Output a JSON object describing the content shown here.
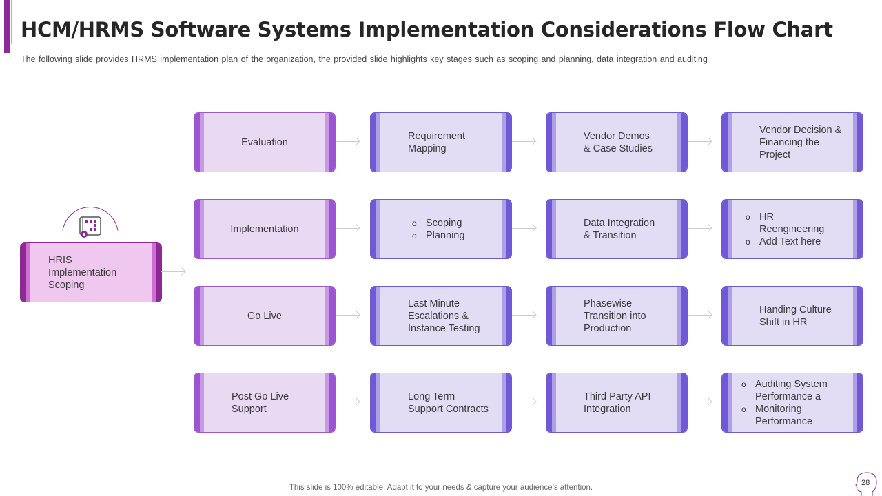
{
  "header": {
    "title": "HCM/HRMS Software Systems Implementation Considerations Flow Chart",
    "subtitle": "The following  slide provides  HRMS implementation plan of the organization, the provided  slide highlights key stages such as scoping and planning, data integration and auditing"
  },
  "start": {
    "label_lines": [
      "HRIS",
      "Implementation",
      "Scoping"
    ],
    "icon": "blueprint-gear-icon"
  },
  "rows": [
    [
      {
        "lines": [
          "Evaluation"
        ]
      },
      {
        "lines": [
          "Requirement",
          "Mapping"
        ]
      },
      {
        "lines": [
          "Vendor Demos",
          "& Case Studies"
        ]
      },
      {
        "lines": [
          "Vendor Decision &",
          "Financing the Project"
        ]
      }
    ],
    [
      {
        "lines": [
          "Implementation"
        ]
      },
      {
        "bullets": [
          "Scoping",
          "Planning"
        ]
      },
      {
        "lines": [
          "Data Integration",
          "& Transition"
        ]
      },
      {
        "bullets": [
          "HR Reengineering",
          "Add Text here"
        ]
      }
    ],
    [
      {
        "lines": [
          "Go Live"
        ]
      },
      {
        "lines": [
          "Last Minute",
          "Escalations &",
          "Instance Testing"
        ]
      },
      {
        "lines": [
          "Phasewise",
          "Transition into",
          "Production"
        ]
      },
      {
        "lines": [
          "Handing Culture",
          "Shift in HR"
        ]
      }
    ],
    [
      {
        "lines": [
          "Post Go Live",
          "Support"
        ]
      },
      {
        "lines": [
          "Long Term",
          "Support Contracts"
        ]
      },
      {
        "lines": [
          "Third Party API",
          "Integration"
        ]
      },
      {
        "bullets": [
          "Auditing System Performance a",
          "Monitoring Performance"
        ]
      }
    ]
  ],
  "footer": {
    "note": "This slide is 100% editable. Adapt it to your needs & capture your audience’s attention.",
    "page": "28"
  },
  "colors": {
    "accent": "#8e2a97",
    "column1": "#9b55d3",
    "others": "#7158d6"
  }
}
